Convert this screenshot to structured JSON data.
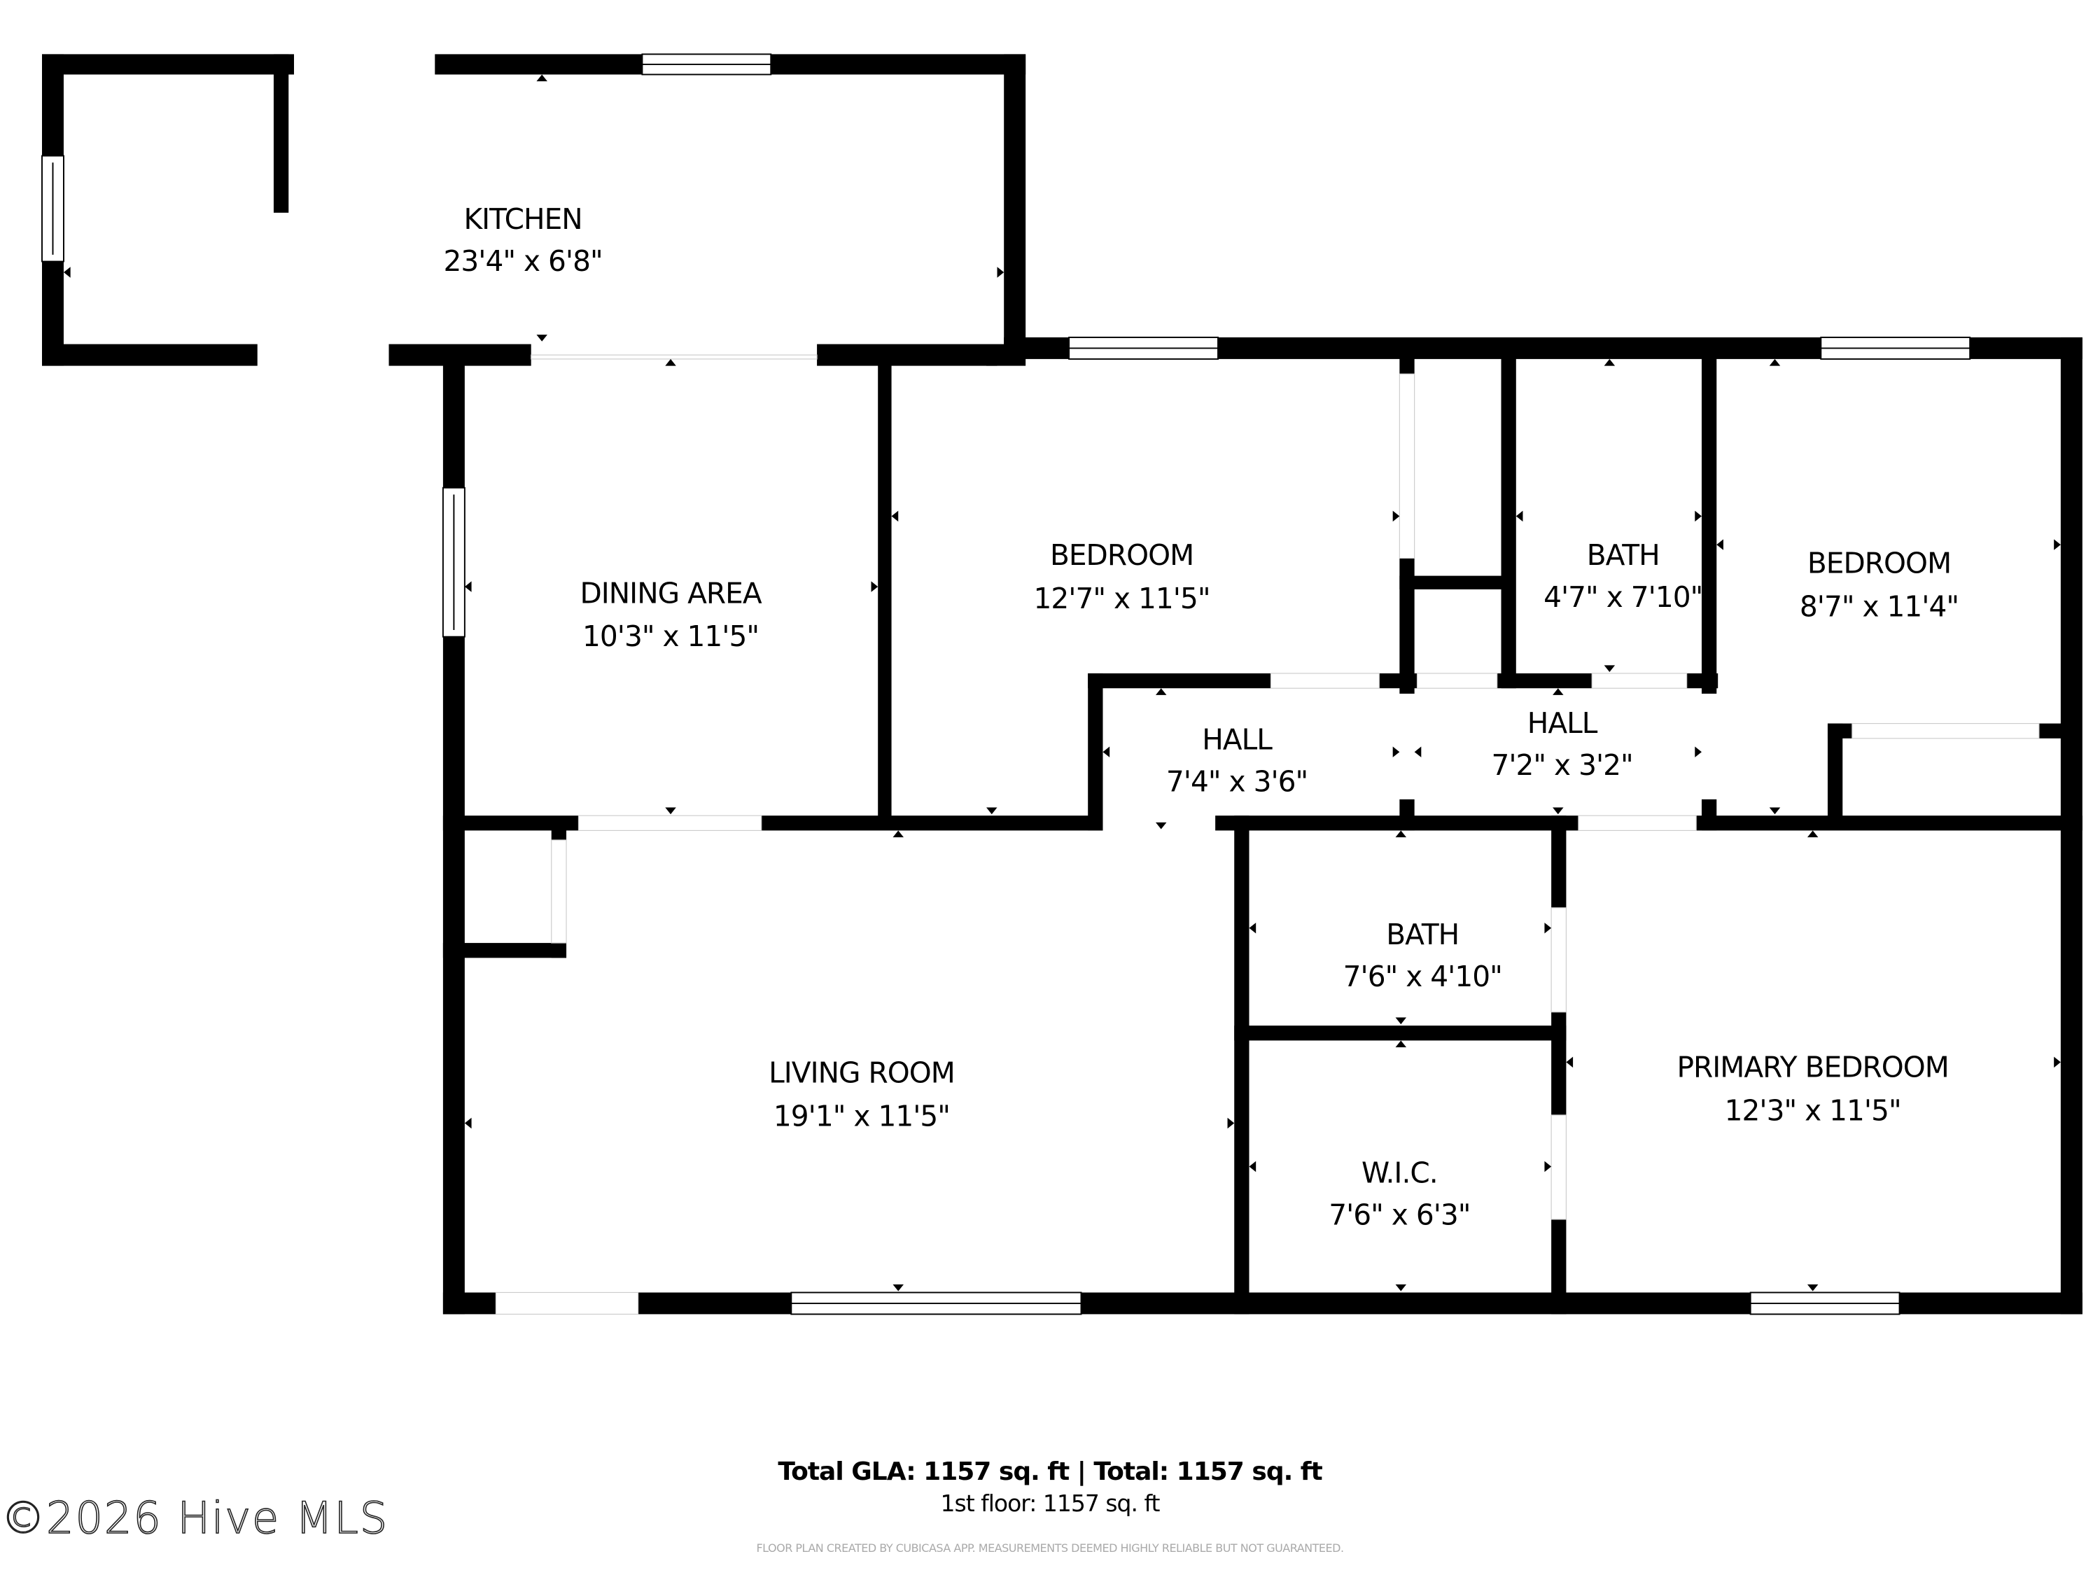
{
  "floor_plan": {
    "rooms": [
      {
        "id": "kitchen",
        "label": "KITCHEN",
        "dimensions": "23'4\" x 6'8\""
      },
      {
        "id": "dining_area",
        "label": "DINING AREA",
        "dimensions": "10'3\" x 11'5\""
      },
      {
        "id": "bedroom_1",
        "label": "BEDROOM",
        "dimensions": "12'7\" x 11'5\""
      },
      {
        "id": "bath_1",
        "label": "BATH",
        "dimensions": "4'7\" x 7'10\""
      },
      {
        "id": "bedroom_2",
        "label": "BEDROOM",
        "dimensions": "8'7\" x 11'4\""
      },
      {
        "id": "hall_1",
        "label": "HALL",
        "dimensions": "7'4\" x 3'6\""
      },
      {
        "id": "hall_2",
        "label": "HALL",
        "dimensions": "7'2\" x 3'2\""
      },
      {
        "id": "bath_2",
        "label": "BATH",
        "dimensions": "7'6\" x 4'10\""
      },
      {
        "id": "living_room",
        "label": "LIVING ROOM",
        "dimensions": "19'1\" x 11'5\""
      },
      {
        "id": "wic",
        "label": "W.I.C.",
        "dimensions": "7'6\" x 6'3\""
      },
      {
        "id": "primary_bedroom",
        "label": "PRIMARY BEDROOM",
        "dimensions": "12'3\" x 11'5\""
      }
    ],
    "colors": {
      "wall": "#000000",
      "background": "#ffffff",
      "disclaimer": "#aaaaaa"
    }
  },
  "summary": {
    "total_line": "Total GLA: 1157 sq. ft | Total: 1157 sq. ft",
    "floor_line": "1st floor: 1157 sq. ft"
  },
  "disclaimer": "FLOOR PLAN CREATED BY CUBICASA APP. MEASUREMENTS DEEMED HIGHLY RELIABLE BUT NOT GUARANTEED.",
  "watermark": "©2026 Hive MLS"
}
